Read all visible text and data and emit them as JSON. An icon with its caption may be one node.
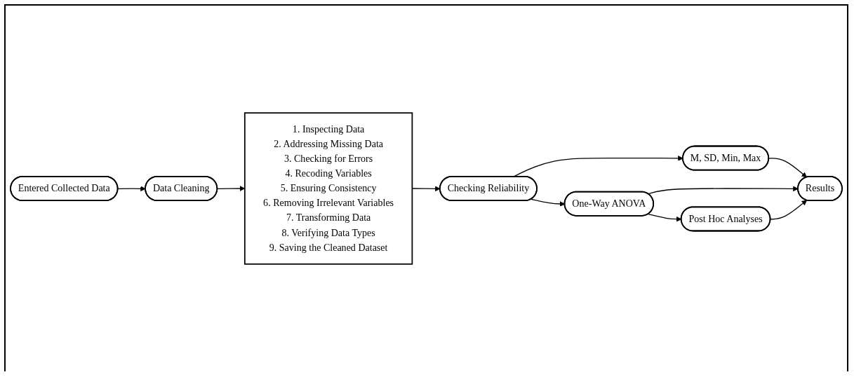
{
  "diagram": {
    "nodes": [
      {
        "text": [
          "Entered Collected Data"
        ]
      },
      {
        "text": [
          "Data Cleaning"
        ]
      },
      {
        "text": [
          "1. Inspecting Data",
          "2. Addressing Missing Data",
          "3. Checking for Errors",
          "4. Recoding Variables",
          "5. Ensuring Consistency",
          "6. Removing Irrelevant Variables",
          "7. Transforming Data",
          "8. Verifying Data Types",
          "9. Saving the Cleaned Dataset"
        ]
      },
      {
        "text": [
          "Checking Reliability"
        ]
      },
      {
        "text": [
          "M, SD, Min, Max"
        ]
      },
      {
        "text": [
          "One-Way ANOVA"
        ]
      },
      {
        "text": [
          "Post Hoc Analyses"
        ]
      },
      {
        "text": [
          "Results"
        ]
      }
    ],
    "edges": [
      {
        "from": 0,
        "to": 1,
        "arrow": "to"
      },
      {
        "from": 1,
        "to": 2,
        "arrow": "to"
      },
      {
        "from": 2,
        "to": 3,
        "arrow": "to"
      },
      {
        "from": 3,
        "to": 4,
        "arrow": "to"
      },
      {
        "from": 3,
        "to": 5,
        "arrow": "to"
      },
      {
        "from": 5,
        "to": 6,
        "arrow": "to"
      },
      {
        "from": 4,
        "to": 7,
        "arrow": "to"
      },
      {
        "from": 5,
        "to": 7,
        "arrow": "to"
      },
      {
        "from": 6,
        "to": 7,
        "arrow": "to"
      }
    ]
  }
}
